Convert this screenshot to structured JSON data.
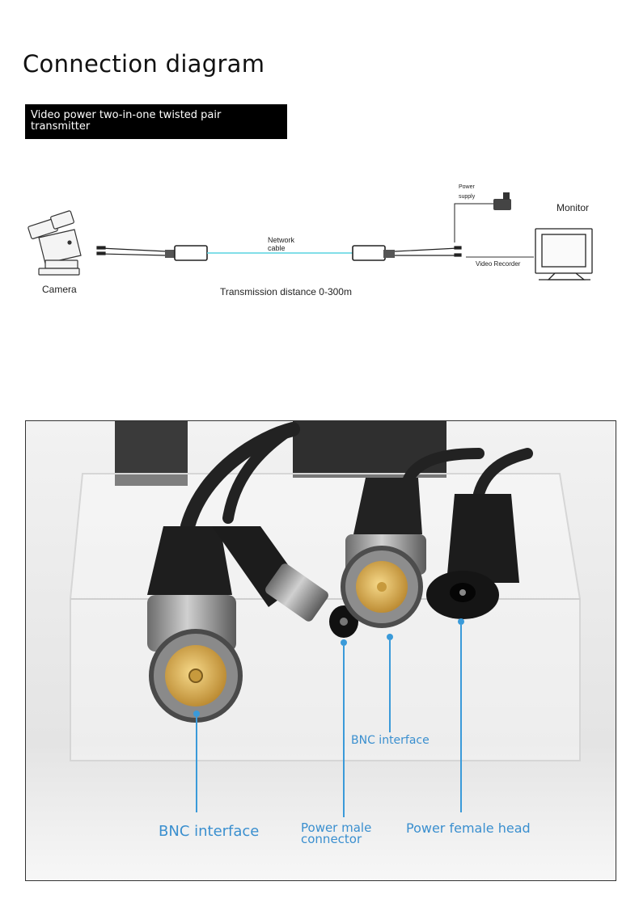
{
  "header": {
    "title": "Connection diagram",
    "bar_line1": "Video power two-in-one twisted pair",
    "bar_line2": "transmitter"
  },
  "diagram": {
    "camera_label": "Camera",
    "network_line1": "Network",
    "network_line2": "cable",
    "power_line1": "Power",
    "power_line2": "supply",
    "monitor_label": "Monitor",
    "recorder_label": "Video Recorder",
    "distance_label": "Transmission distance 0-300m",
    "cable_color": "#58d3e0"
  },
  "photo": {
    "callout_bnc_left": "BNC interface",
    "callout_bnc_right": "BNC interface",
    "callout_male_line1": "Power male",
    "callout_male_line2": "connector",
    "callout_female": "Power female head",
    "callout_color": "#3a8fcf"
  }
}
